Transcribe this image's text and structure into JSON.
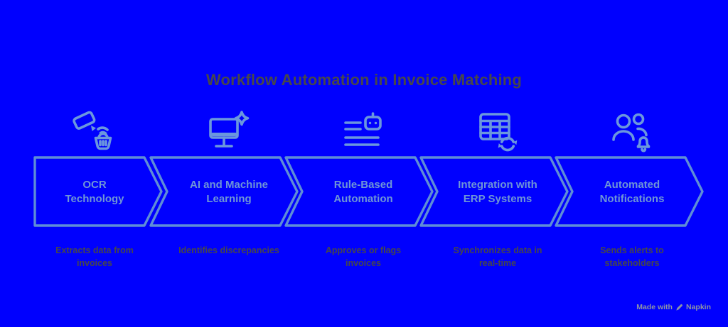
{
  "title": "Workflow Automation in Invoice Matching",
  "steps": [
    {
      "label": "OCR Technology",
      "description": "Extracts data from invoices",
      "icon": "ocr-scanner-basket-icon"
    },
    {
      "label": "AI and Machine Learning",
      "description": "Identifies discrepancies",
      "icon": "monitor-sparkle-icon"
    },
    {
      "label": "Rule-Based Automation",
      "description": "Approves or flags invoices",
      "icon": "checklist-robot-icon"
    },
    {
      "label": "Integration with ERP Systems",
      "description": "Synchronizes data in real-time",
      "icon": "table-sync-icon"
    },
    {
      "label": "Automated Notifications",
      "description": "Sends alerts to stakeholders",
      "icon": "users-bell-icon"
    }
  ],
  "watermark": {
    "prefix": "Made with",
    "brand": "Napkin"
  },
  "colors": {
    "background": "#0000fe",
    "chevron_outline": "#5f8dd6",
    "chevron_label": "#6f96d6",
    "icon": "#6b97dd",
    "heading_text": "#47474b",
    "watermark_text": "#8d93a6"
  }
}
